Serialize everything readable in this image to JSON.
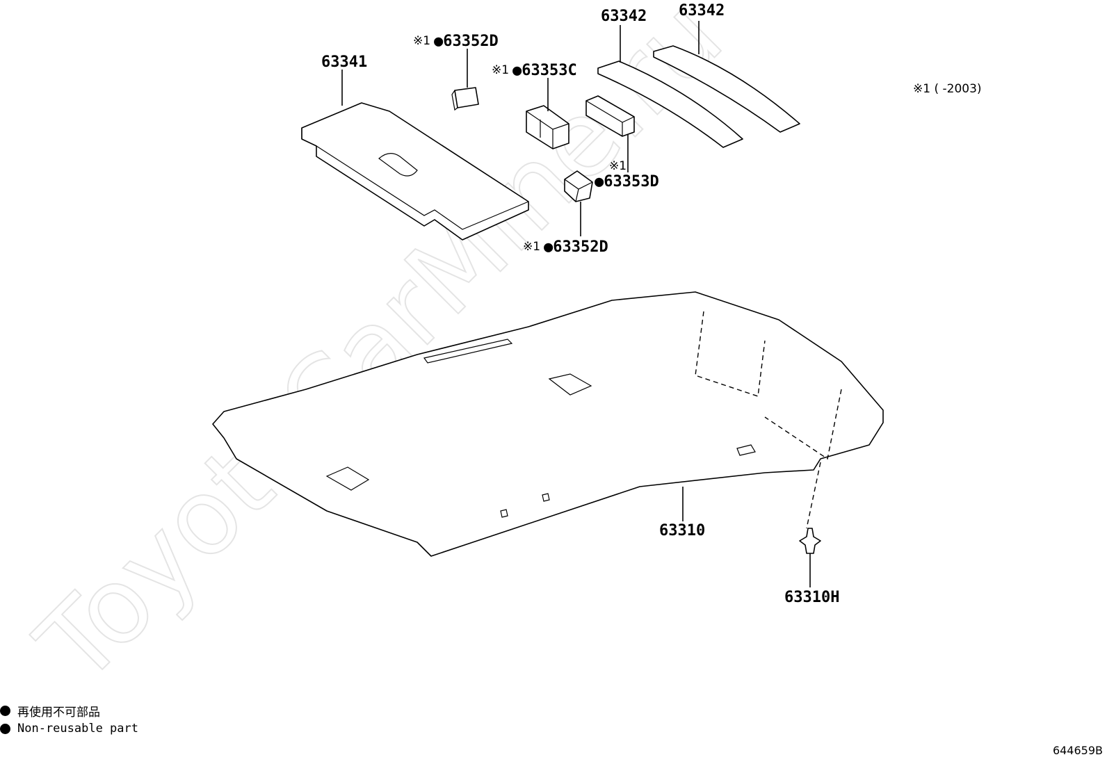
{
  "watermark": "ToyotaCarMine.ru",
  "parts": {
    "p63341": "63341",
    "p63342_a": "63342",
    "p63342_b": "63342",
    "p63352d_top": "●63352D",
    "p63353c": "●63353C",
    "p63353d": "●63353D",
    "p63352d_bottom": "●63352D",
    "p63310": "63310",
    "p63310h": "63310H"
  },
  "refmark": "※1",
  "note": "※1 (     -2003)",
  "legend": {
    "jp": "再使用不可部品",
    "en": "Non-reusable part"
  },
  "figure_id": "644659B"
}
